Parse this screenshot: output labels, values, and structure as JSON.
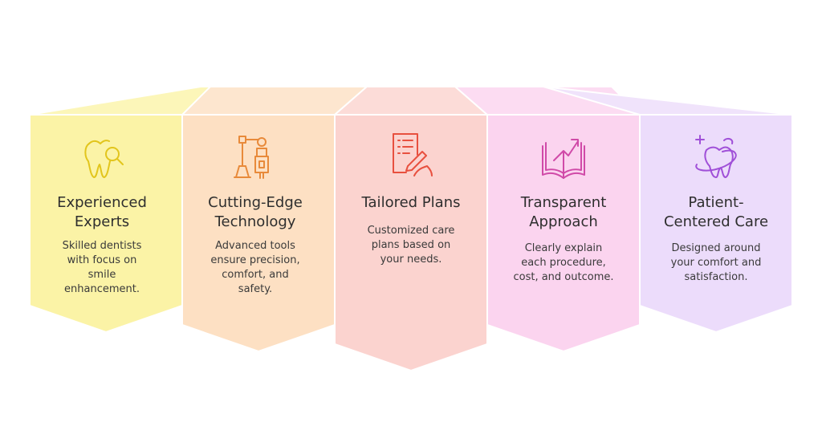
{
  "steps": [
    {
      "title": "Experienced Experts",
      "title_lines": [
        "Experienced",
        "Experts"
      ],
      "desc_lines": [
        "Skilled dentists",
        "with focus on",
        "smile",
        "enhancement."
      ],
      "icon": "tooth-magnifier-icon",
      "fill": "#fbf3a6",
      "top_fill": "#fcf6b9",
      "stroke": "#e2c51c"
    },
    {
      "title": "Cutting-Edge Technology",
      "title_lines": [
        "Cutting-Edge",
        "Technology"
      ],
      "desc_lines": [
        "Advanced tools",
        "ensure precision,",
        "comfort, and",
        "safety."
      ],
      "icon": "robotic-arm-icon",
      "fill": "#fde0c3",
      "top_fill": "#fde6cf",
      "stroke": "#e88a3a"
    },
    {
      "title": "Tailored Plans",
      "title_lines": [
        "Tailored Plans"
      ],
      "desc_lines": [
        "Customized care",
        "plans based on",
        "your needs."
      ],
      "icon": "document-pen-icon",
      "fill": "#fbd3cf",
      "top_fill": "#fcdcd8",
      "stroke": "#e8503f"
    },
    {
      "title": "Transparent Approach",
      "title_lines": [
        "Transparent",
        "Approach"
      ],
      "desc_lines": [
        "Clearly explain",
        "each procedure,",
        "cost, and outcome."
      ],
      "icon": "open-book-arrow-icon",
      "fill": "#fbd4ef",
      "top_fill": "#fcdcf2",
      "stroke": "#d04aa8"
    },
    {
      "title": "Patient-Centered Care",
      "title_lines": [
        "Patient-",
        "Centered Care"
      ],
      "desc_lines": [
        "Designed around",
        "your comfort and",
        "satisfaction."
      ],
      "icon": "tooth-orbit-icon",
      "fill": "#ecdcfb",
      "top_fill": "#f0e3fb",
      "stroke": "#a050d8"
    }
  ]
}
